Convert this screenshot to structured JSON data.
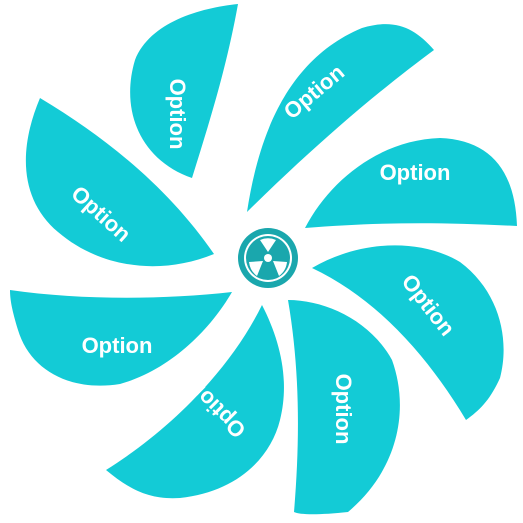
{
  "wheel": {
    "options": [
      {
        "label": "Option"
      },
      {
        "label": "Option"
      },
      {
        "label": "Option"
      },
      {
        "label": "Option"
      },
      {
        "label": "Option"
      },
      {
        "label": "Option"
      },
      {
        "label": "Option"
      },
      {
        "label": "Option"
      }
    ],
    "colors": {
      "blade": "#13cbd6",
      "hub": "#1aa7ad",
      "background": "#ffffff"
    },
    "center_icon": "radiation-icon"
  }
}
